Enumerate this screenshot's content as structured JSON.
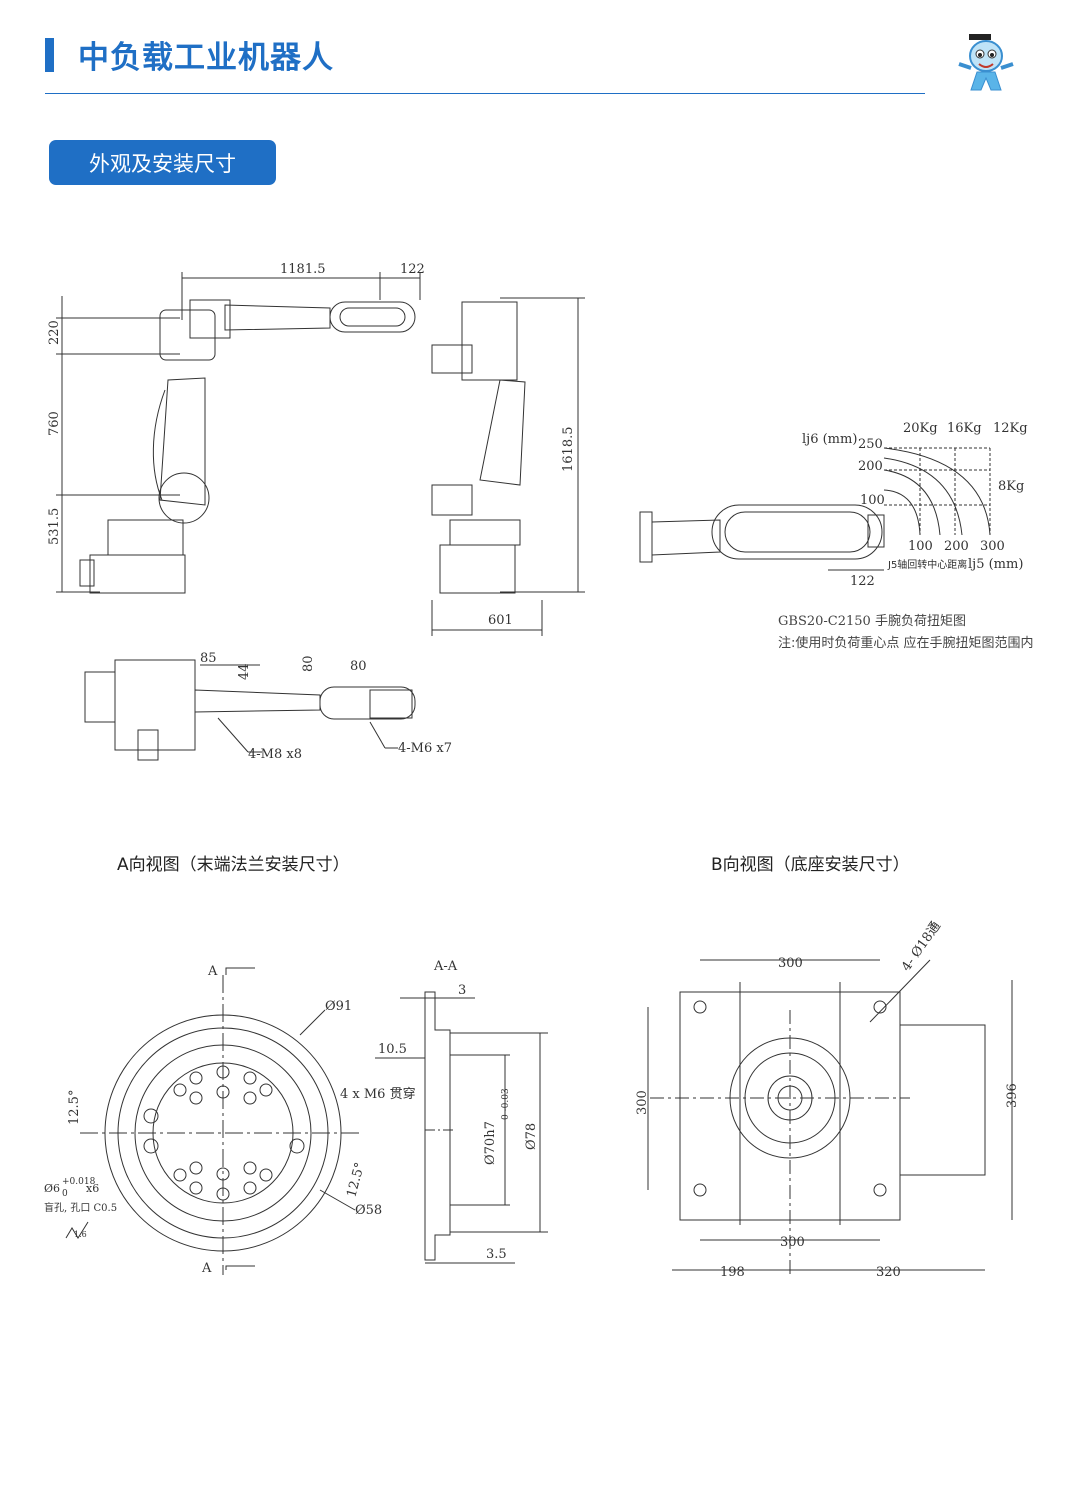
{
  "header": {
    "title": "中负载工业机器人"
  },
  "section": {
    "label": "外观及安装尺寸"
  },
  "dims": {
    "reach": "1181.5",
    "wrist": "122",
    "h220": "220",
    "h760": "760",
    "h531": "531.5",
    "height": "1618.5",
    "depth": "601",
    "top85": "85",
    "top44": "44",
    "top80a": "80",
    "top80b": "80",
    "m8": "4-M8 x8",
    "m6": "4-M6 x7"
  },
  "torque": {
    "ylabel": "lj6 (mm)",
    "y250": "250",
    "y200": "200",
    "y100": "100",
    "k20": "20Kg",
    "k16": "16Kg",
    "k12": "12Kg",
    "k8": "8Kg",
    "x100": "100",
    "x200": "200",
    "x300": "300",
    "xlabel_cn": "J5轴回转中心距离",
    "xlabel": "lj5 (mm)",
    "d122": "122",
    "caption": "GBS20-C2150 手腕负荷扭矩图",
    "note": "注:使用时负荷重心点  应在手腕扭矩图范围内"
  },
  "viewA": {
    "caption": "A向视图（末端法兰安装尺寸）",
    "a_top": "A",
    "a_bot": "A",
    "section": "A-A",
    "d91": "Ø91",
    "d58": "Ø58",
    "m6": "4 x M6 贯穿",
    "ang1": "12.5°",
    "ang2": "12.5°",
    "pin": "Ø6",
    "pin_tol": "+0.018",
    "pin_tol0": "0",
    "pin_qty": "x6",
    "pin_note": "盲孔, 孔口  C0.5",
    "rough": "1.6",
    "d3": "3",
    "d10_5": "10.5",
    "d3_5": "3.5",
    "d70": "Ø70h7",
    "d70tol": "0 -0.03",
    "d78": "Ø78"
  },
  "viewB": {
    "caption": "B向视图（底座安装尺寸）",
    "top300": "300",
    "bot300": "300",
    "left300": "300",
    "right396": "396",
    "d198": "198",
    "d320": "320",
    "holes": "4- Ø18通"
  }
}
